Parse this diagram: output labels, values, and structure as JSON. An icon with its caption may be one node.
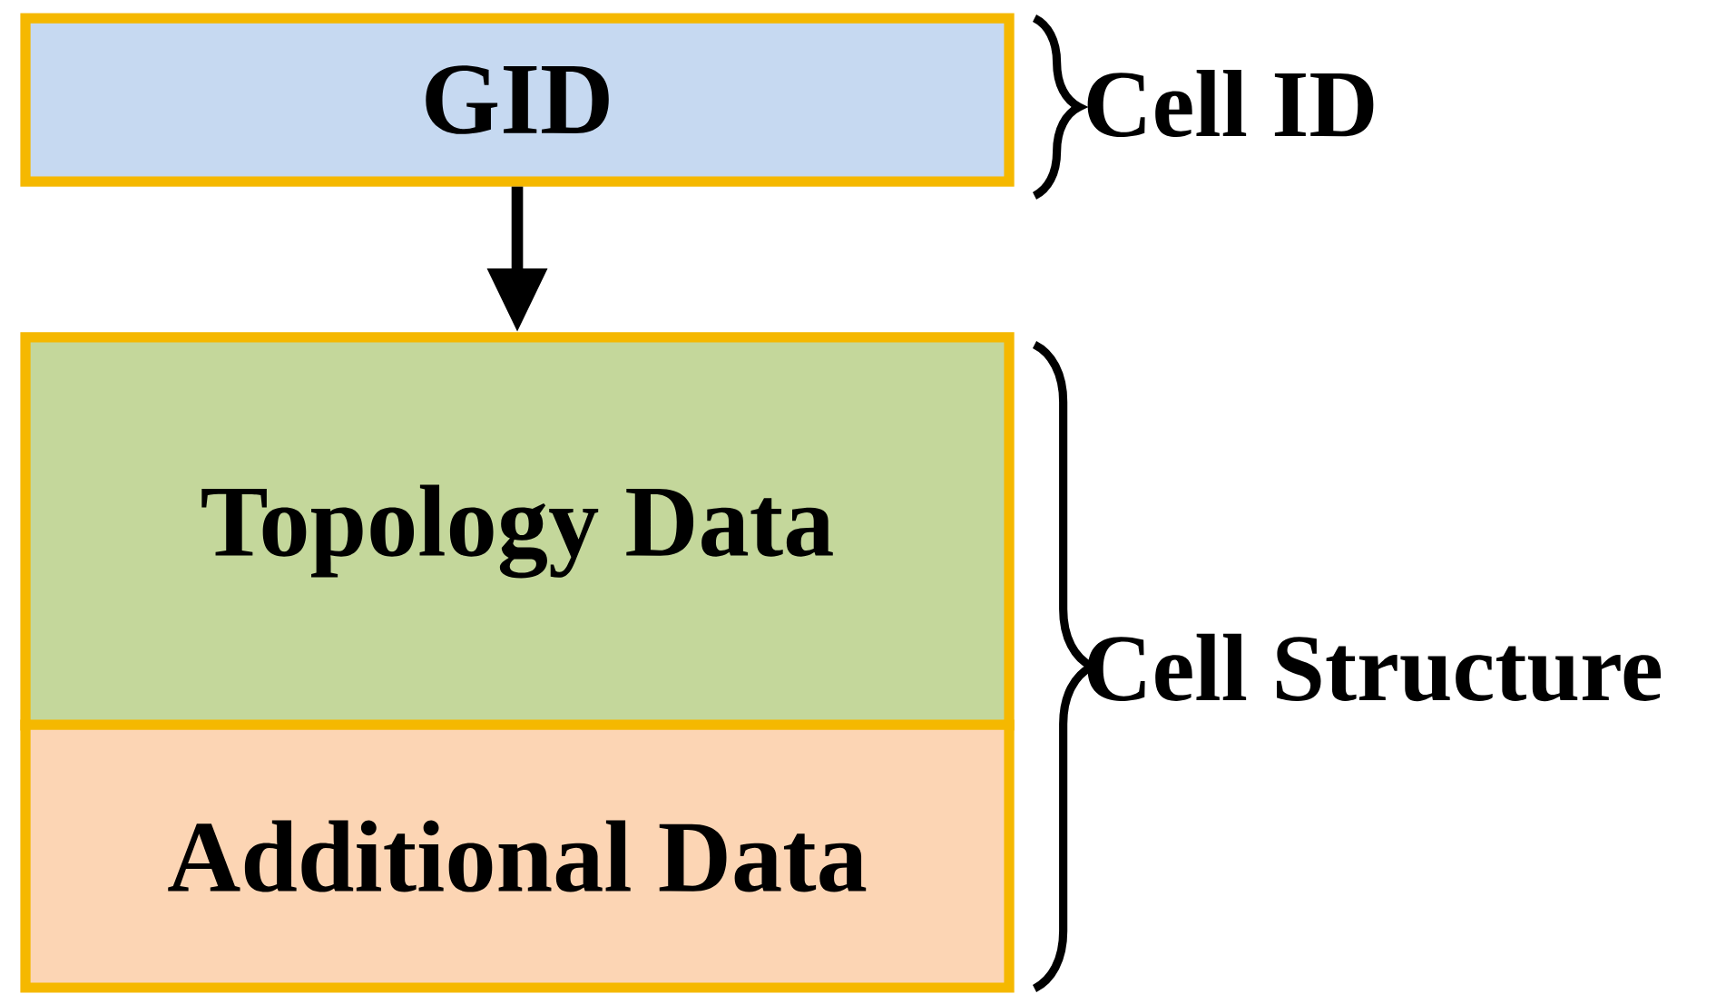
{
  "diagram": {
    "nodes": [
      {
        "text": [
          "GID"
        ]
      },
      {
        "text": [
          "Topology Data"
        ]
      },
      {
        "text": [
          "Additional Data"
        ]
      }
    ],
    "edges": [
      {
        "from": 0,
        "to": 1,
        "arrow": "to"
      }
    ],
    "labels": [
      "Cell ID",
      "Cell Structure"
    ]
  }
}
